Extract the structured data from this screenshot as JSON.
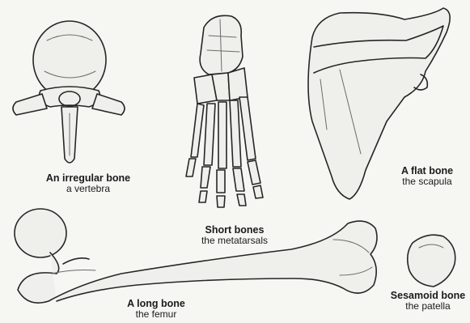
{
  "diagram": {
    "bones": [
      {
        "key": "irregular",
        "title": "An irregular bone",
        "example": "a vertebra",
        "icon": "vertebra-icon"
      },
      {
        "key": "short",
        "title": "Short bones",
        "example": "the metatarsals",
        "icon": "foot-bones-icon"
      },
      {
        "key": "flat",
        "title": "A flat bone",
        "example": "the scapula",
        "icon": "scapula-icon"
      },
      {
        "key": "long",
        "title": "A long bone",
        "example": "the femur",
        "icon": "femur-icon"
      },
      {
        "key": "sesamoid",
        "title": "Sesamoid bone",
        "example": "the patella",
        "icon": "patella-icon"
      }
    ]
  },
  "colors": {
    "background": "#f6f6f3",
    "ink": "#262626"
  }
}
